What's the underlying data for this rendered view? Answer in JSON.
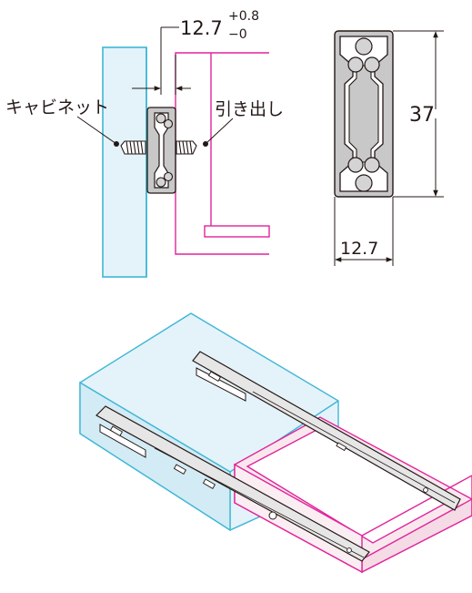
{
  "labels": {
    "cabinet": "キャビネット",
    "drawer": "引き出し",
    "slide_width": "12.7",
    "tolerance_plus": "+0.8",
    "tolerance_minus": "−0",
    "rail_height": "37",
    "rail_width": "12.7"
  },
  "colors": {
    "cabinet": "#3fb6d6",
    "cabinet_fill": "#e4f3f9",
    "drawer": "#e2239a",
    "drawer_fill": "#f8e8ee",
    "rail": "#c8c8c8",
    "line": "#231815"
  }
}
